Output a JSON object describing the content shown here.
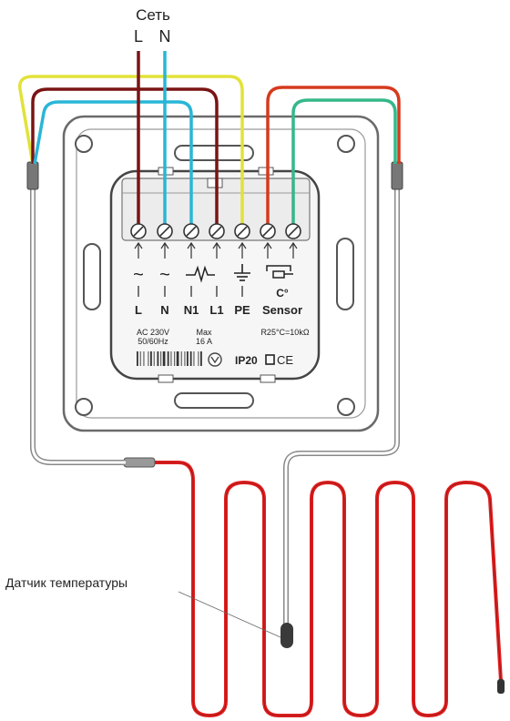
{
  "supply": {
    "title": "Сеть",
    "line_label": "L",
    "neutral_label": "N"
  },
  "terminals": [
    {
      "label": "L",
      "symbol": "~"
    },
    {
      "label": "N",
      "symbol": "~"
    },
    {
      "label": "N1",
      "symbol": "heater"
    },
    {
      "label": "L1",
      "symbol": ""
    },
    {
      "label": "PE",
      "symbol": "ground"
    },
    {
      "label": "Sensor",
      "symbol": "sensor"
    }
  ],
  "sensor_unit": "C°",
  "specs": {
    "voltage": "AC 230V",
    "frequency": "50/60Hz",
    "max_label": "Max",
    "max_current": "16 A",
    "resistance": "R25°C=10kΩ"
  },
  "marks": {
    "ip_rating": "IP20",
    "ce": "CE"
  },
  "sensor_callout": "Датчик температуры",
  "colors": {
    "line": "#7a1414",
    "neutral": "#29b6d6",
    "ground": "#e2e23a",
    "sensor_wire_1": "#d63a1e",
    "sensor_wire_2": "#35b88a",
    "heating_cable": "#e02020",
    "outline": "#6a6a6a"
  }
}
